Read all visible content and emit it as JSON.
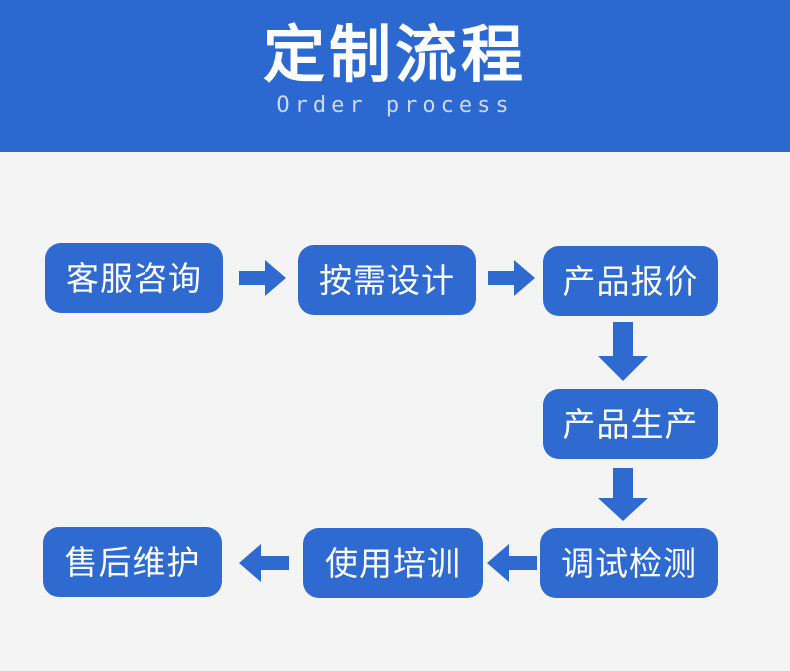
{
  "header": {
    "title": "定制流程",
    "subtitle": "Order process",
    "background_color": "#2b68d0",
    "title_color": "#ffffff",
    "subtitle_color": "#cfd9ee"
  },
  "page": {
    "background_color": "#f4f4f4"
  },
  "flow": {
    "node_color": "#2f6ad0",
    "node_text_color": "#ffffff",
    "arrow_color": "#2f6ad0",
    "nodes": [
      {
        "label": "客服咨询",
        "step": 1
      },
      {
        "label": "按需设计",
        "step": 2
      },
      {
        "label": "产品报价",
        "step": 3
      },
      {
        "label": "产品生产",
        "step": 4
      },
      {
        "label": "调试检测",
        "step": 5
      },
      {
        "label": "使用培训",
        "step": 6
      },
      {
        "label": "售后维护",
        "step": 7
      }
    ],
    "arrows": [
      {
        "icon": "arrow-right-icon",
        "from": "客服咨询",
        "to": "按需设计"
      },
      {
        "icon": "arrow-right-icon",
        "from": "按需设计",
        "to": "产品报价"
      },
      {
        "icon": "arrow-down-icon",
        "from": "产品报价",
        "to": "产品生产"
      },
      {
        "icon": "arrow-down-icon",
        "from": "产品生产",
        "to": "调试检测"
      },
      {
        "icon": "arrow-left-icon",
        "from": "调试检测",
        "to": "使用培训"
      },
      {
        "icon": "arrow-left-icon",
        "from": "使用培训",
        "to": "售后维护"
      }
    ]
  }
}
